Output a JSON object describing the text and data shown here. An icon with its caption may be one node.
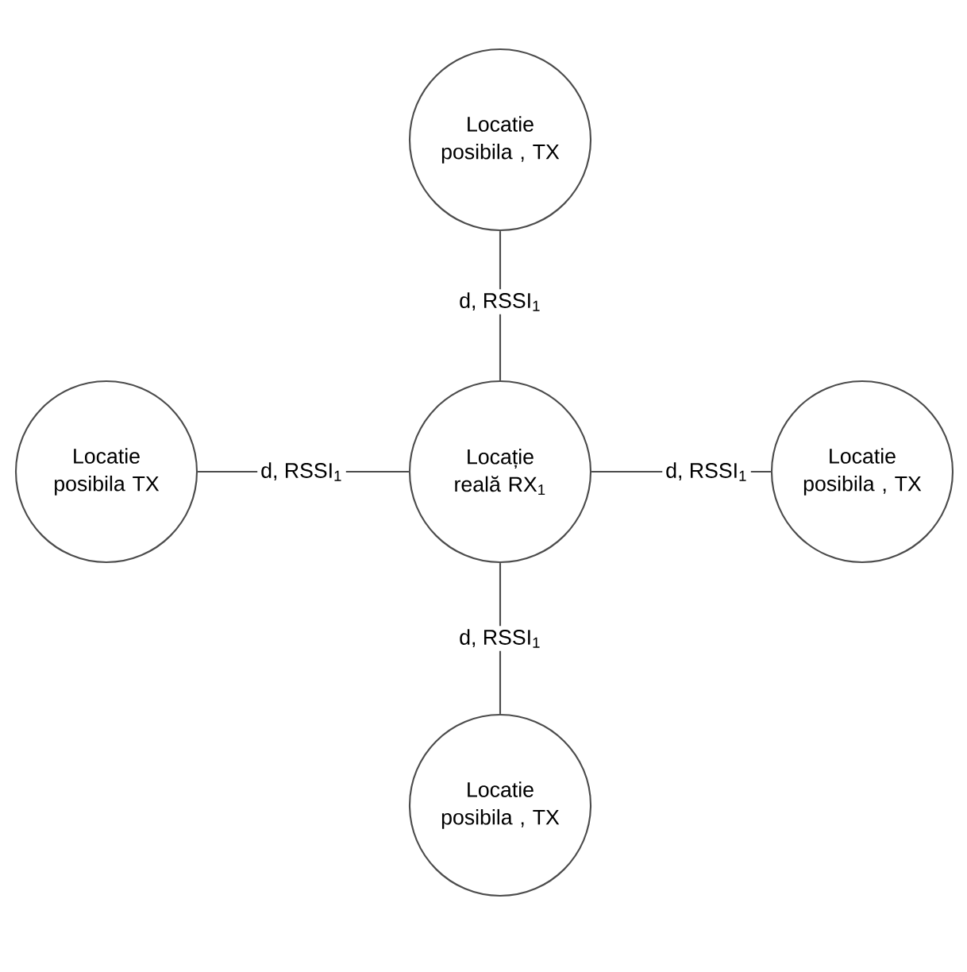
{
  "diagram": {
    "nodes": [
      {
        "text": [
          "Locatie posibila , TX"
        ]
      },
      {
        "text": [
          "Locatie posibila TX"
        ]
      },
      {
        "text": [
          "Locație reală RX$_{1}$"
        ]
      },
      {
        "text": [
          "Locatie posibila , TX"
        ]
      },
      {
        "text": [
          "Locatie posibila , TX"
        ]
      }
    ],
    "edges": [
      {
        "from": 2,
        "to": 0,
        "arrow": "none",
        "label": "d, RSSI$_{1}$"
      },
      {
        "from": 1,
        "to": 2,
        "arrow": "none",
        "label": "d, RSSI$_{1}$"
      },
      {
        "from": 2,
        "to": 3,
        "arrow": "none",
        "label": "d, RSSI$_{1}$"
      },
      {
        "from": 2,
        "to": 4,
        "arrow": "none",
        "label": "d, RSSI$_{1}$"
      }
    ]
  }
}
